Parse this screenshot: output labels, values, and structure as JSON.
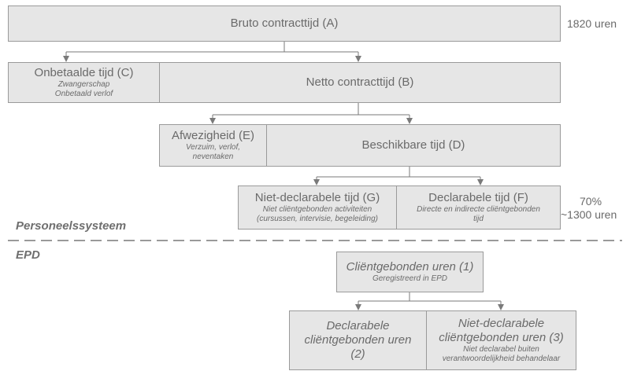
{
  "boxes": {
    "a": {
      "title": "Bruto contracttijd (A)"
    },
    "c": {
      "title": "Onbetaalde tijd (C)",
      "sub1": "Zwangerschap",
      "sub2": "Onbetaald verlof"
    },
    "b": {
      "title": "Netto contracttijd (B)"
    },
    "e": {
      "title": "Afwezigheid (E)",
      "sub1": "Verzuim, verlof,",
      "sub2": "neventaken"
    },
    "d": {
      "title": "Beschikbare tijd (D)"
    },
    "g": {
      "title": "Niet-declarabele tijd (G)",
      "sub1": "Niet cliëntgebonden activiteiten",
      "sub2": "(cursussen, intervisie, begeleiding)"
    },
    "f": {
      "title": "Declarabele tijd (F)",
      "sub1": "Directe en indirecte cliëntgebonden",
      "sub2": "tijd"
    },
    "one": {
      "title": "Cliëntgebonden uren (1)",
      "sub1": "Geregistreerd in EPD"
    },
    "two": {
      "line1": "Declarabele",
      "line2": "cliëntgebonden uren",
      "line3": "(2)"
    },
    "three": {
      "line1": "Niet-declarabele",
      "line2": "cliëntgebonden uren (3)",
      "sub1": "Niet declarabel buiten",
      "sub2": "verantwoordelijkheid behandelaar"
    }
  },
  "side": {
    "hours_total": "1820 uren",
    "pct": "70%",
    "hours_decl": "~1300 uren"
  },
  "sections": {
    "top": "Personeelssysteem",
    "bottom": "EPD"
  }
}
